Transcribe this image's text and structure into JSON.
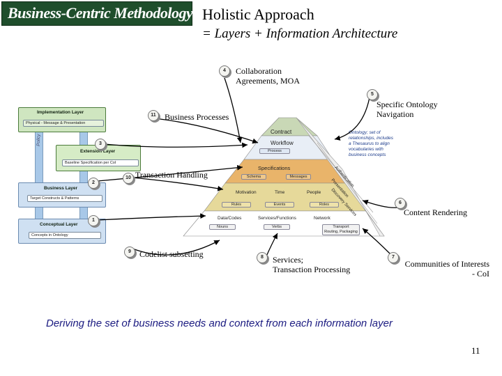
{
  "header": {
    "brand_label": "Business-Centric Methodology",
    "title": "Holistic Approach",
    "subtitle": "= Layers + Information Architecture"
  },
  "stack": {
    "side_label": "Policy",
    "layers": [
      {
        "title": "Implementation Layer",
        "sub": "Physical - Message & Presentation"
      },
      {
        "title": "Extension Layer",
        "sub": "Baseline Specification per CoI"
      },
      {
        "title": "Business Layer",
        "sub": "Target Constructs & Patterns"
      },
      {
        "title": "Conceptual Layer",
        "sub": "Concepts in Ontology"
      }
    ]
  },
  "pyramid": {
    "contract": "Contract",
    "workflow": "Workflow",
    "process": "Process",
    "specifications": "Specifications",
    "schema": "Schema",
    "messages": "Messages",
    "motivation": "Motivation",
    "time": "Time",
    "people": "People",
    "rules": "Rules",
    "events": "Events",
    "roles": "Roles",
    "data_codes": "Data/Codes",
    "services_functions": "Services/Functions",
    "network": "Network",
    "nouns": "Nouns",
    "verbs": "Verbs",
    "transport": "Transport",
    "routing": "Routing, Packaging",
    "side_band_1": "Authentication",
    "side_band_2": "Presentation",
    "side_band_3": "Discovery Services",
    "ontology_note": [
      "Ontology; set of",
      "relationships, includes",
      "a Thesaurus to align",
      "vocabularies with",
      "business concepts"
    ]
  },
  "annotations": {
    "collab": {
      "number": "4",
      "lines": [
        "Collaboration",
        "Agreements, MOA"
      ]
    },
    "ontology_nav": {
      "number": "5",
      "lines": [
        "Specific Ontology",
        "Navigation"
      ]
    },
    "business_processes": {
      "number": "11",
      "lines": [
        "Business Processes"
      ]
    },
    "extension_badge": {
      "number": "3"
    },
    "business_badge": {
      "number": "2"
    },
    "conceptual_badge": {
      "number": "1"
    },
    "transaction_handling": {
      "number": "10",
      "lines": [
        "Transaction Handling"
      ]
    },
    "content_rendering": {
      "number": "6",
      "lines": [
        "Content Rendering"
      ]
    },
    "codelist": {
      "number": "9",
      "lines": [
        "Codelist subsetting"
      ]
    },
    "services": {
      "number": "8",
      "lines": [
        "Services;",
        "Transaction Processing"
      ]
    },
    "coi": {
      "number": "7",
      "lines": [
        "Communities of Interests",
        "- CoI"
      ]
    }
  },
  "footer": {
    "caption": "Deriving the set of business needs and context from each information layer",
    "page_number": "11"
  },
  "colors": {
    "brand_bg": "#1f4e2c",
    "caption": "#1a1a80",
    "implementation": "#cfe6c0",
    "extension": "#d6ecc6",
    "business": "#cfe0f2",
    "conceptual": "#cfe0f2"
  }
}
